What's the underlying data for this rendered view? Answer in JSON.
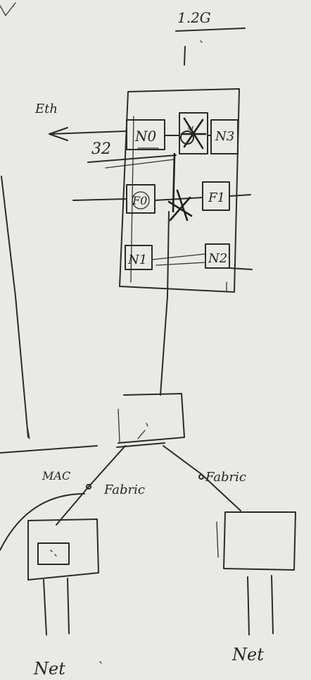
{
  "speed_label": "1.2G",
  "eth_label": "Eth",
  "count_label": "32",
  "nodes": {
    "n0": "N0",
    "n1": "N1",
    "n2": "N2",
    "n3": "N3",
    "f0": "F0",
    "f1": "F1",
    "center": "M"
  },
  "mac_label": "MAC",
  "fabric_left_label": "Fabric",
  "fabric_right_label": "Fabric",
  "net_left_label": "Net",
  "net_right_label": "Net",
  "colors": {
    "paper": "#e9e9e6",
    "ink": "#2b2b2b"
  }
}
